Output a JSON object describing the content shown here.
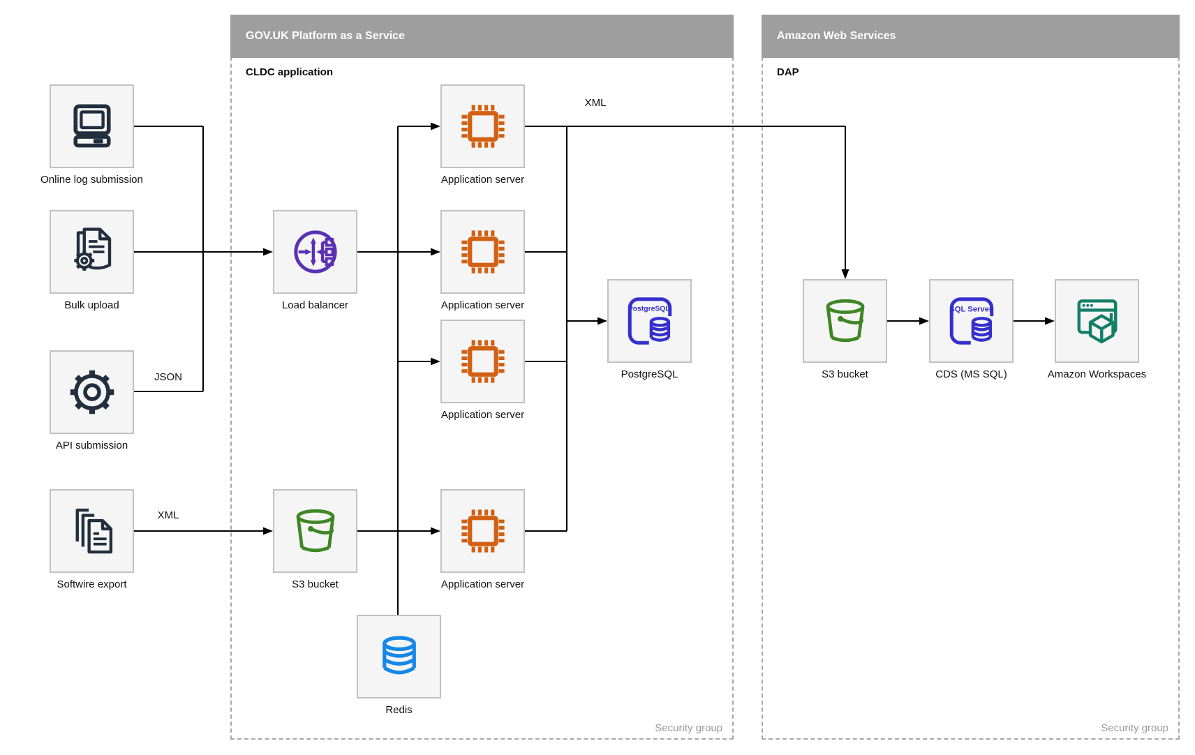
{
  "containers": {
    "govuk": {
      "title": "GOV.UK Platform as a Service",
      "sublabel": "CLDC application",
      "footer": "Security group"
    },
    "aws": {
      "title": "Amazon Web Services",
      "sublabel": "DAP",
      "footer": "Security group"
    }
  },
  "nodes": {
    "online_log": {
      "label": "Online log submission",
      "icon": "computer-icon"
    },
    "bulk_upload": {
      "label": "Bulk upload",
      "icon": "document-gear-icon"
    },
    "api_submission": {
      "label": "API submission",
      "icon": "gear-icon"
    },
    "softwire_export": {
      "label": "Softwire export",
      "icon": "documents-stack-icon"
    },
    "load_balancer": {
      "label": "Load balancer",
      "icon": "load-balancer-icon"
    },
    "app_server_1": {
      "label": "Application server",
      "icon": "chip-icon"
    },
    "app_server_2": {
      "label": "Application server",
      "icon": "chip-icon"
    },
    "app_server_3": {
      "label": "Application server",
      "icon": "chip-icon"
    },
    "app_server_4": {
      "label": "Application server",
      "icon": "chip-icon"
    },
    "postgresql": {
      "label": "PostgreSQL",
      "icon": "postgresql-icon",
      "icon_text": "PostgreSQL"
    },
    "s3_bucket_paas": {
      "label": "S3 bucket",
      "icon": "bucket-icon"
    },
    "redis": {
      "label": "Redis",
      "icon": "database-icon"
    },
    "s3_bucket_aws": {
      "label": "S3 bucket",
      "icon": "bucket-icon"
    },
    "cds": {
      "label": "CDS (MS SQL)",
      "icon": "sql-server-icon",
      "icon_text": "SQL Server"
    },
    "workspaces": {
      "label": "Amazon Workspaces",
      "icon": "workspaces-icon"
    }
  },
  "edge_labels": {
    "json": "JSON",
    "xml_softwire": "XML",
    "xml_app": "XML"
  },
  "colors": {
    "header_gray": "#9e9e9e",
    "dashed_border": "#a9a9a9",
    "box_fill": "#f5f5f5",
    "box_border": "#c1c1c1",
    "line_black": "#000000",
    "dark_slate": "#232f3e",
    "purple": "#5a30b5",
    "orange": "#d26113",
    "indigo": "#3530cb",
    "green": "#3f8624",
    "azure": "#1588e8",
    "teal": "#137f68",
    "footer_gray": "#999999"
  }
}
